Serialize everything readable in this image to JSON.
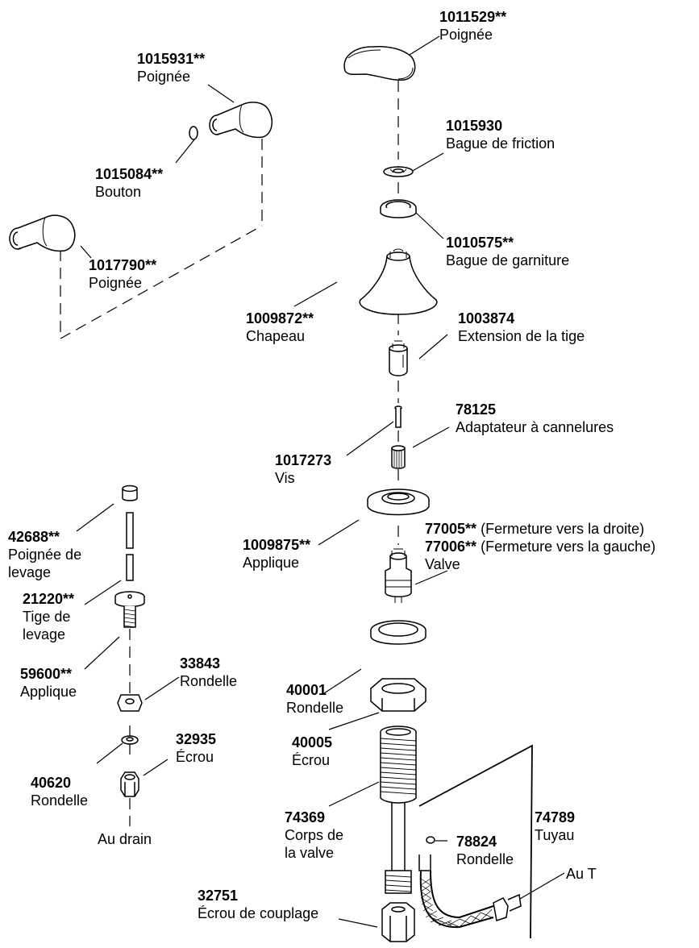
{
  "labels": {
    "p1011529": {
      "part": "1011529**",
      "desc": "Poignée"
    },
    "p1015931": {
      "part": "1015931**",
      "desc": "Poignée"
    },
    "p1015930": {
      "part": "1015930",
      "desc": "Bague de friction"
    },
    "p1015084": {
      "part": "1015084**",
      "desc": "Bouton"
    },
    "p1010575": {
      "part": "1010575**",
      "desc": "Bague de garniture"
    },
    "p1017790": {
      "part": "1017790**",
      "desc": "Poignée"
    },
    "p1009872": {
      "part": "1009872**",
      "desc": "Chapeau"
    },
    "p1003874": {
      "part": "1003874",
      "desc": "Extension de la tige"
    },
    "p78125": {
      "part": "78125",
      "desc": "Adaptateur à cannelures"
    },
    "p1017273": {
      "part": "1017273",
      "desc": "Vis"
    },
    "p42688": {
      "part": "42688**",
      "desc1": "Poignée de",
      "desc2": "levage"
    },
    "p1009875": {
      "part": "1009875**",
      "desc": "Applique"
    },
    "p77005": {
      "part": "77005**",
      "desc": " (Fermeture vers la droite)"
    },
    "p77006": {
      "part": "77006**",
      "desc": " (Fermeture vers la gauche)",
      "desc2": "Valve"
    },
    "p21220": {
      "part": "21220**",
      "desc1": "Tige de",
      "desc2": "levage"
    },
    "p59600": {
      "part": "59600**",
      "desc": "Applique"
    },
    "p33843": {
      "part": "33843",
      "desc": "Rondelle"
    },
    "p40001": {
      "part": "40001",
      "desc": "Rondelle"
    },
    "p32935": {
      "part": "32935",
      "desc": "Écrou"
    },
    "p40005": {
      "part": "40005",
      "desc": "Écrou"
    },
    "p40620": {
      "part": "40620",
      "desc": "Rondelle"
    },
    "p74369": {
      "part": "74369",
      "desc1": "Corps de",
      "desc2": "la valve"
    },
    "p74789": {
      "part": "74789",
      "desc": "Tuyau"
    },
    "p78824": {
      "part": "78824",
      "desc": "Rondelle"
    },
    "p32751": {
      "part": "32751",
      "desc": "Écrou de couplage"
    },
    "au_drain": "Au drain",
    "au_t": "Au T"
  }
}
